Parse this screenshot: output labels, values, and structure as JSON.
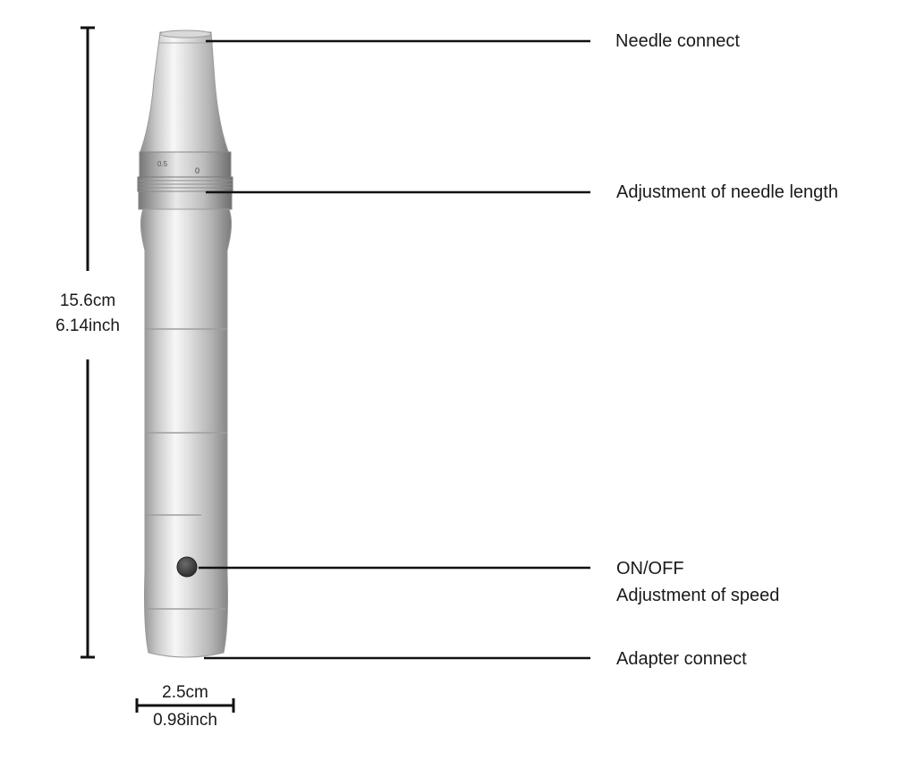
{
  "labels": {
    "needle_connect": "Needle connect",
    "needle_length": "Adjustment of needle length",
    "on_off": "ON/OFF",
    "speed": "Adjustment of speed",
    "adapter_connect": "Adapter connect"
  },
  "dimensions": {
    "height_cm": "15.6cm",
    "height_inch": "6.14inch",
    "width_cm": "2.5cm",
    "width_inch": "0.98inch"
  },
  "colors": {
    "line": "#111111",
    "metal_light": "#f2f2f2",
    "metal_mid": "#c4c4c4",
    "metal_dark": "#8a8a8a",
    "button": "#3a3a3a"
  },
  "icons": {
    "pen": "derma-pen-device",
    "button": "power-button-icon"
  }
}
